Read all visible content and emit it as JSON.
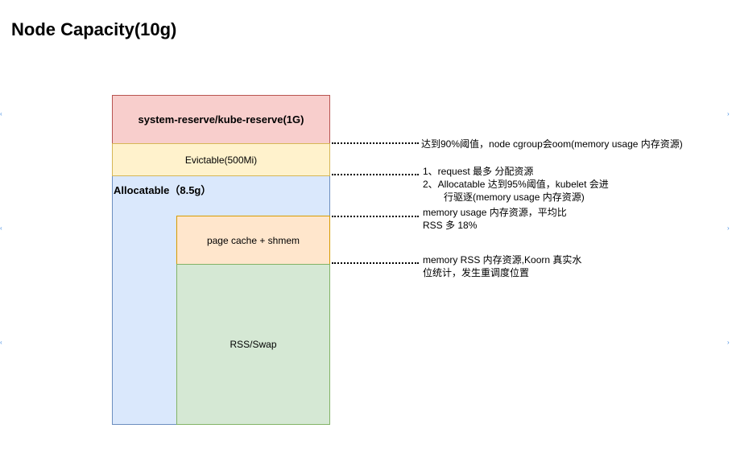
{
  "title": "Node Capacity(10g)",
  "blocks": {
    "reserve": "system-reserve/kube-reserve(1G)",
    "evictable": "Evictable(500Mi)",
    "allocatable": "Allocatable（8.5g）",
    "pagecache": "page cache + shmem",
    "rss": "RSS/Swap"
  },
  "notes": {
    "n1": "达到90%阈值，node cgroup会oom(memory usage 内存资源)",
    "n2_l1": "1、request 最多 分配资源",
    "n2_l2": "2、Allocatable 达到95%阈值，kubelet 会进",
    "n2_l3": "行驱逐(memory usage 内存资源)",
    "n3_l1": "memory usage 内存资源，平均比",
    "n3_l2": "RSS 多 18%",
    "n4_l1": "memory RSS 内存资源,Koorn 真实水",
    "n4_l2": "位统计，发生重调度位置"
  },
  "colors": {
    "reserve": "#f8cecc",
    "evictable": "#fff2cc",
    "allocatable": "#dae8fc",
    "pagecache": "#ffe6cc",
    "rss": "#d5e8d4"
  }
}
